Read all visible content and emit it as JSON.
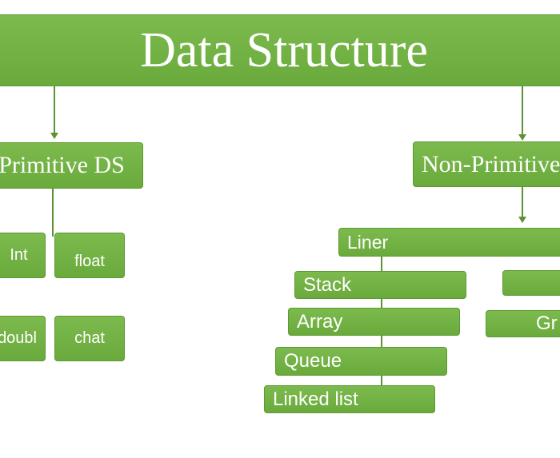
{
  "title": "Data Structure",
  "branches": {
    "primitive": {
      "label": "Primitive DS",
      "types": [
        "Int",
        "float",
        "doubl",
        "chat"
      ]
    },
    "non_primitive": {
      "label": "Non-Primitive",
      "linear": {
        "label": "Liner",
        "items": [
          "Stack",
          "Array",
          "Queue",
          "Linked list"
        ]
      },
      "non_linear": {
        "items": [
          "",
          "Gr"
        ]
      }
    }
  },
  "colors": {
    "box_fill": "#72b043",
    "line": "#5c9234",
    "text": "#ffffff"
  }
}
